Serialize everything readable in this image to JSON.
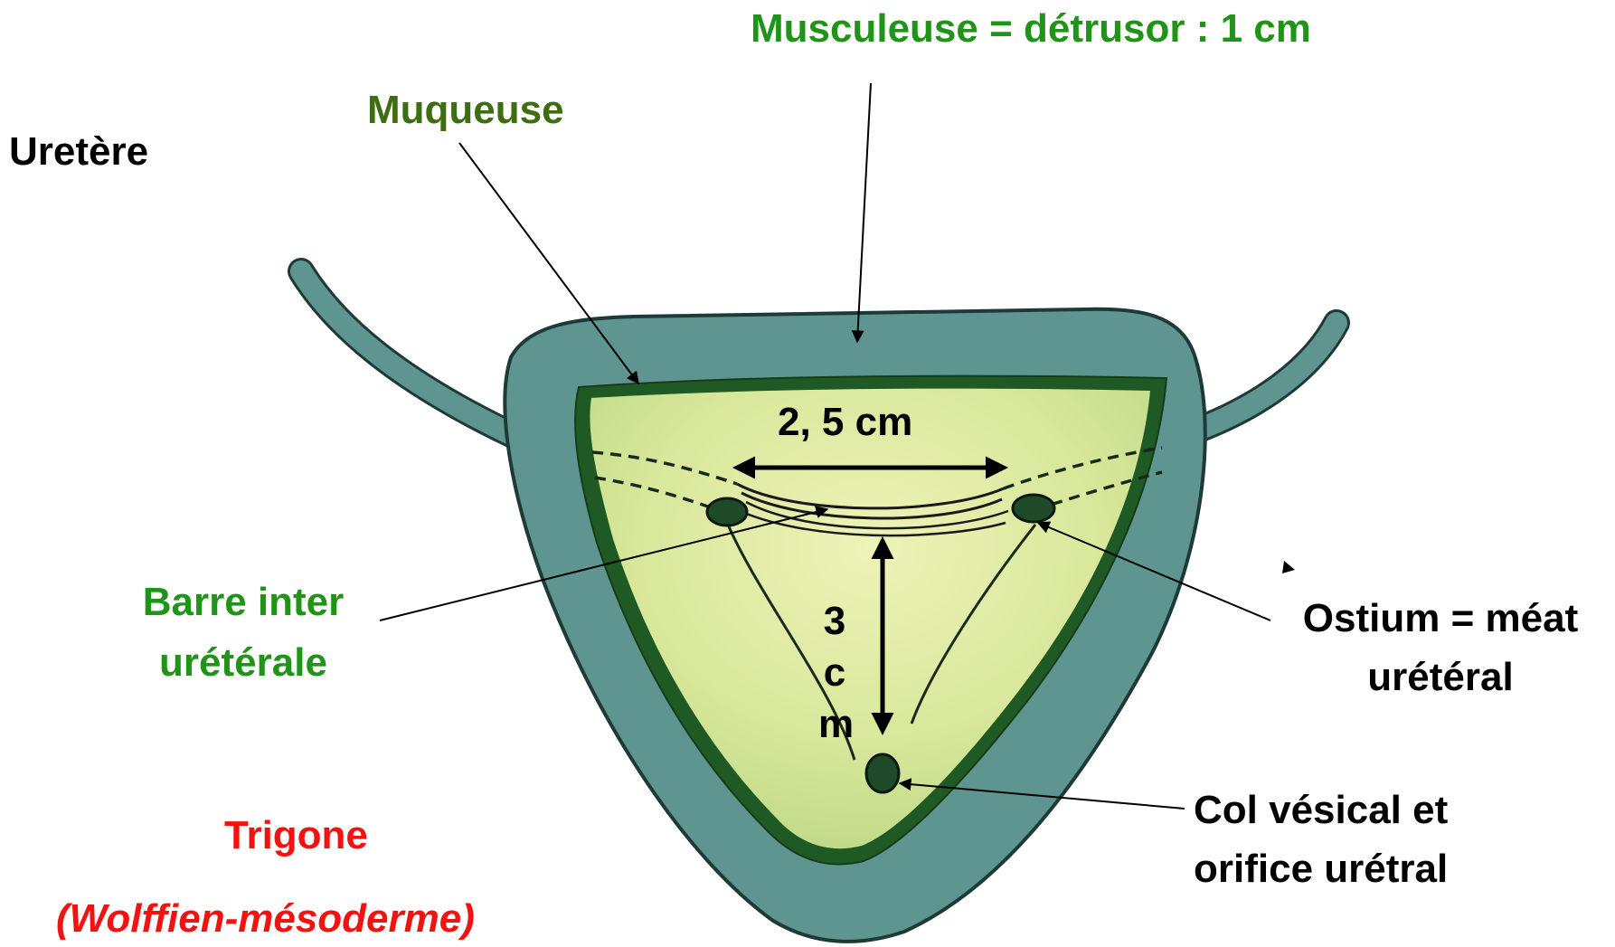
{
  "labels": {
    "musculeuse": "Musculeuse = détrusor : 1 cm",
    "muqueuse": "Muqueuse",
    "uretere": "Uretère",
    "distance_top": "2, 5 cm",
    "distance_vertical": "3 c m",
    "barre_line1": "Barre inter",
    "barre_line2": "urétérale",
    "ostium_line1": "Ostium = méat",
    "ostium_line2": "urétéral",
    "col_line1": "Col vésical et",
    "col_line2": "orifice urétral",
    "trigone": "Trigone",
    "wolffien": "(Wolffien-mésoderme)"
  },
  "colors": {
    "detrusor": "#5e9590",
    "detrusor_stroke": "#1e3a36",
    "mucosa_edge": "#1f5a25",
    "trigone_fill": "#d8e79a",
    "trigone_fill_light": "#eef3b8",
    "orifice": "#1f4a2a",
    "label_green": "#1f9418",
    "label_dark_green": "#3e6d12",
    "label_red": "#f21212"
  }
}
